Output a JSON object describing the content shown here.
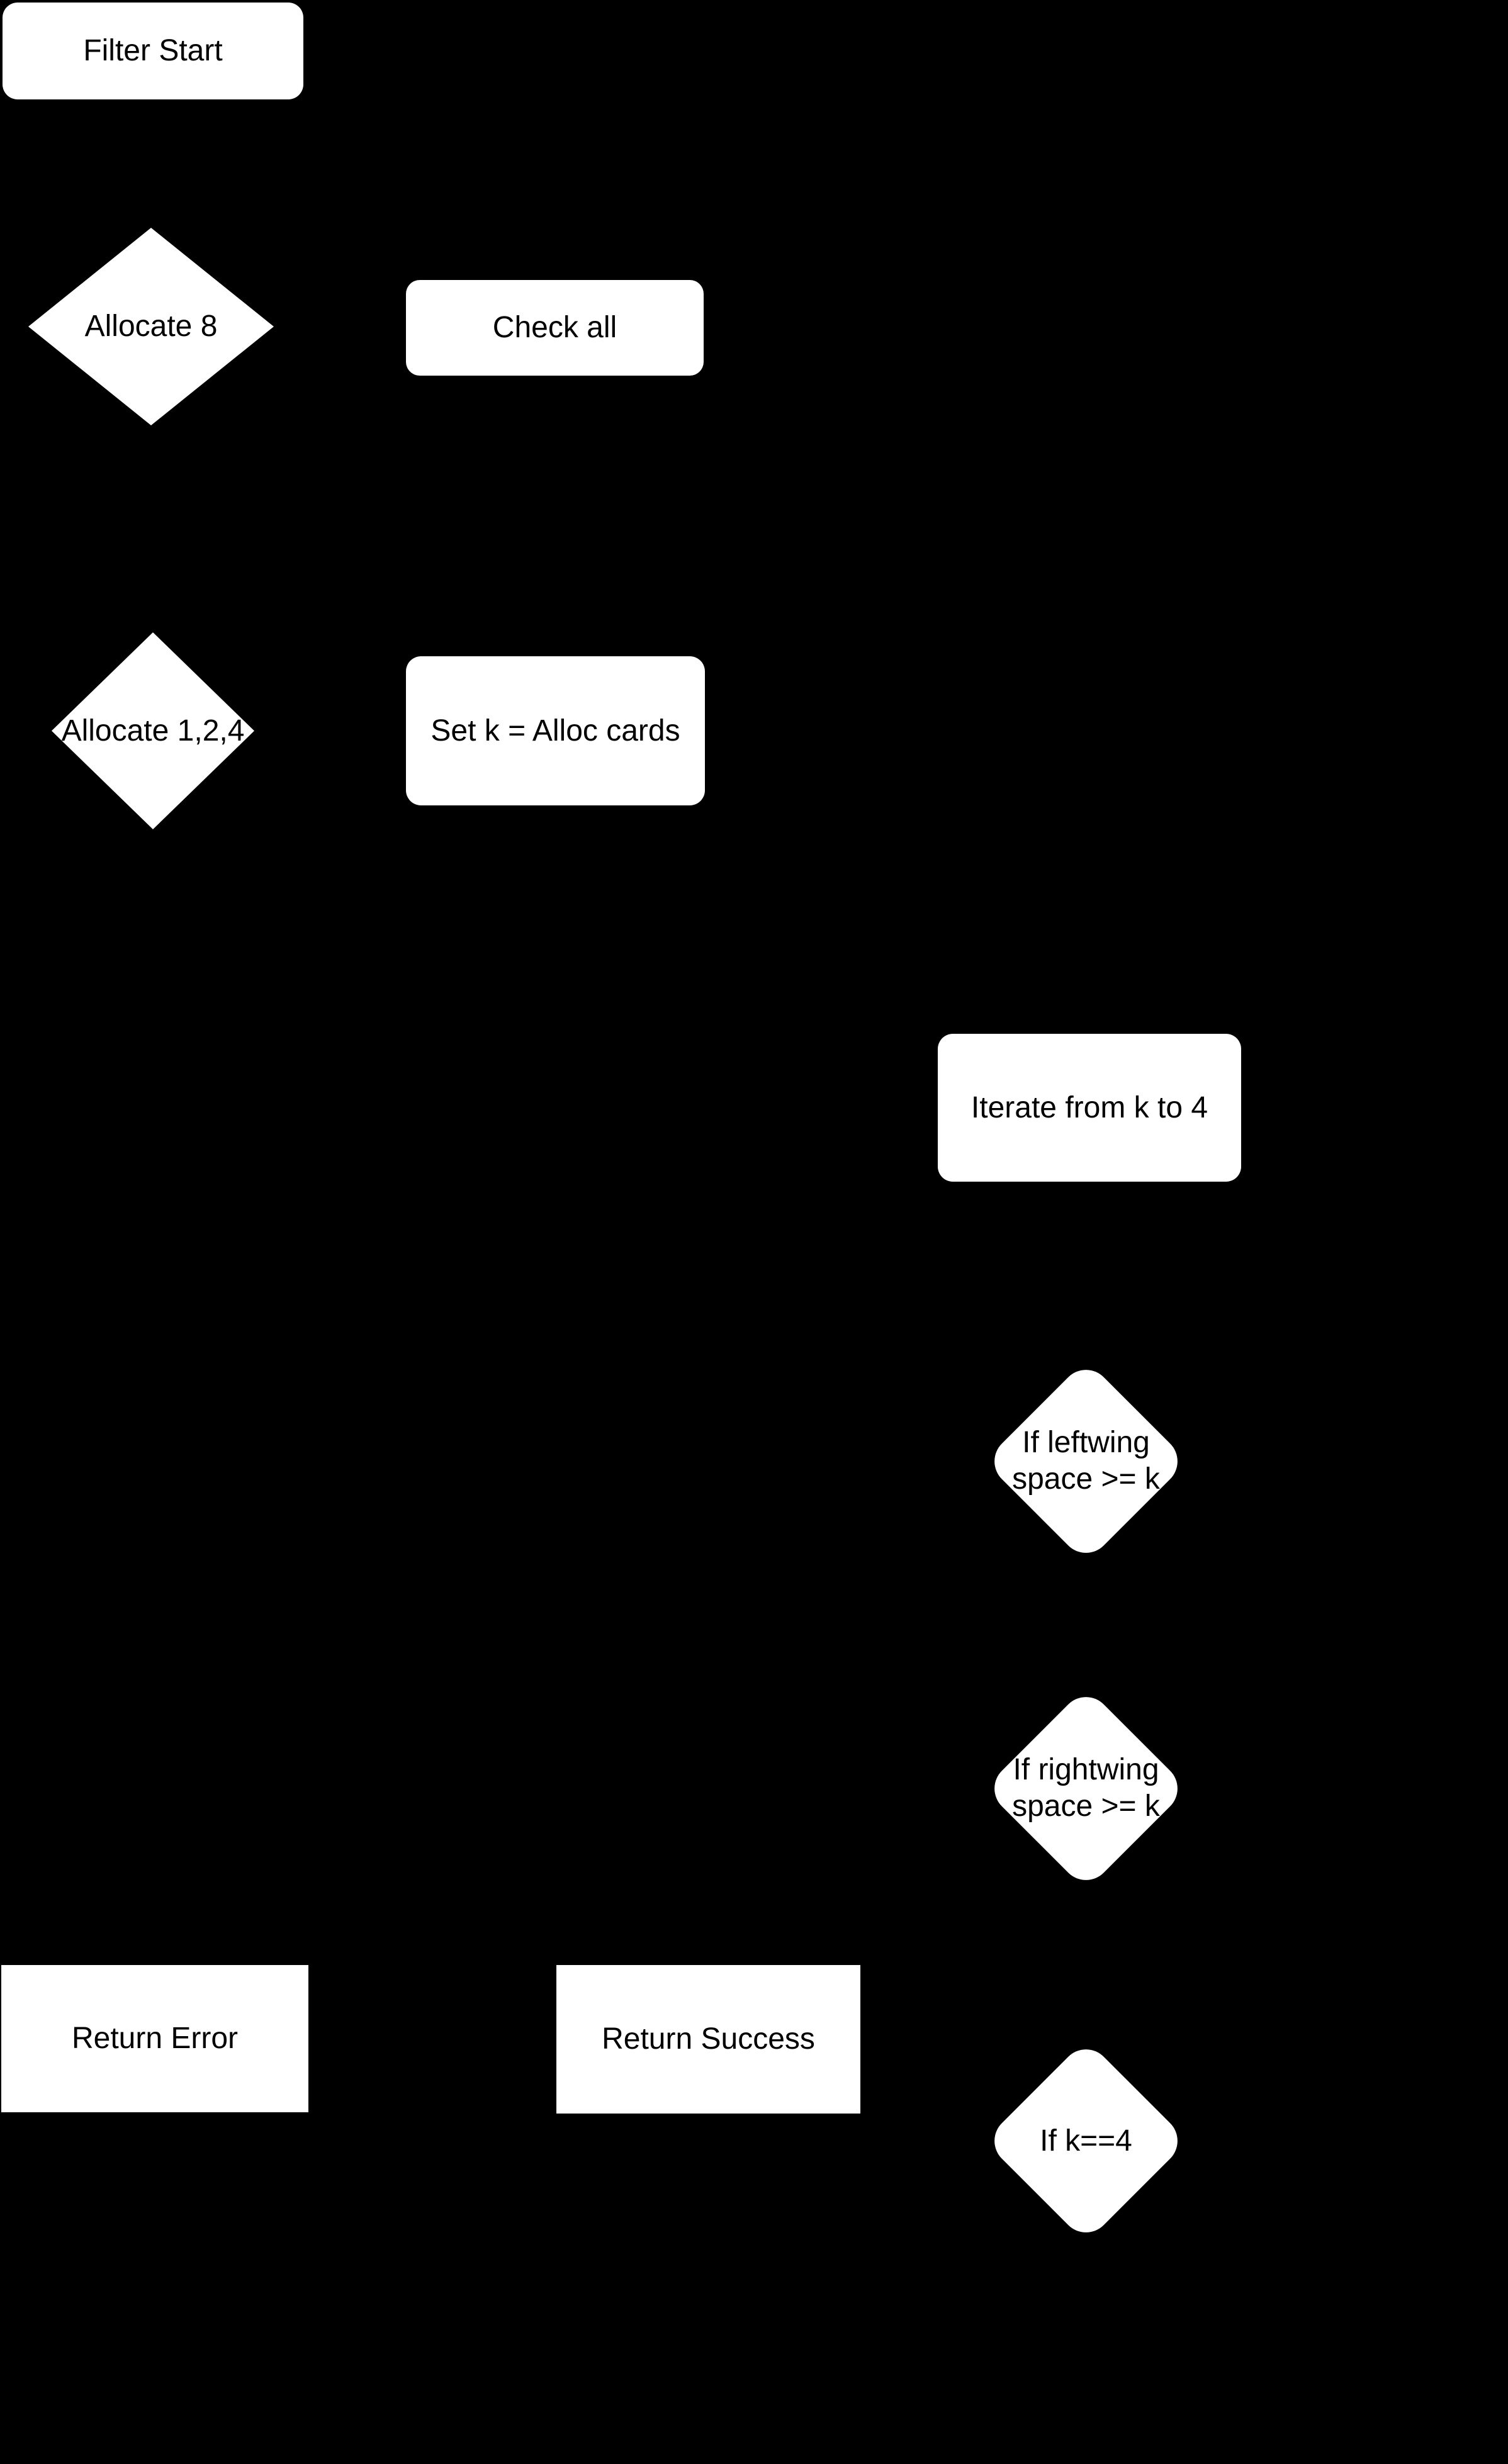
{
  "diagram": {
    "type": "flowchart",
    "background_color": "#000000",
    "node_fill_color": "#ffffff",
    "node_text_color": "#000000"
  },
  "nodes": [
    {
      "id": "filter-start",
      "shape": "rounded-rectangle",
      "label": "Filter Start"
    },
    {
      "id": "allocate-8",
      "shape": "diamond",
      "label": "Allocate 8"
    },
    {
      "id": "check-all",
      "shape": "rounded-rectangle",
      "label": "Check all"
    },
    {
      "id": "allocate-1-2-4",
      "shape": "diamond",
      "label": "Allocate 1,2,4"
    },
    {
      "id": "set-k",
      "shape": "rounded-rectangle",
      "label": "Set k = Alloc cards"
    },
    {
      "id": "iterate",
      "shape": "rounded-rectangle",
      "label": "Iterate from k to 4"
    },
    {
      "id": "if-leftwing",
      "shape": "rounded-diamond",
      "lines": [
        "If leftwing",
        "space >= k"
      ]
    },
    {
      "id": "if-rightwing",
      "shape": "rounded-diamond",
      "lines": [
        "If rightwing",
        "space >= k"
      ]
    },
    {
      "id": "return-error",
      "shape": "rectangle",
      "label": "Return Error"
    },
    {
      "id": "return-success",
      "shape": "rectangle",
      "label": "Return Success"
    },
    {
      "id": "if-k-equals-4",
      "shape": "rounded-diamond",
      "label": "If k==4"
    }
  ]
}
